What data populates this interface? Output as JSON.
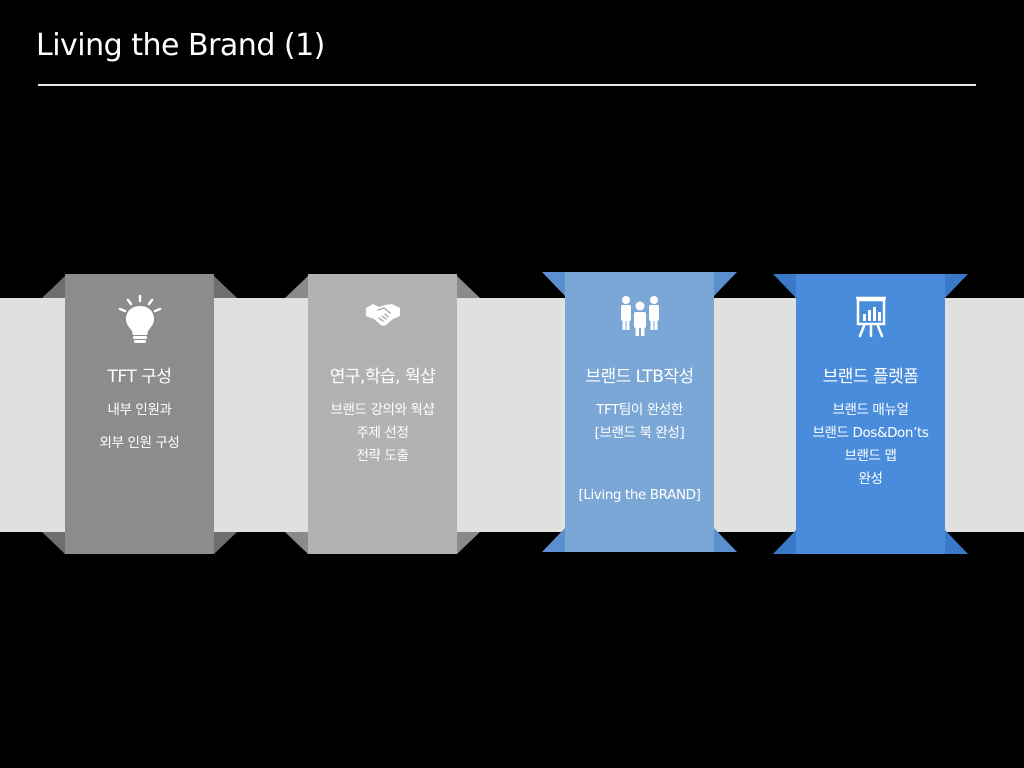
{
  "page": {
    "title": "Living the Brand (1)"
  },
  "colors": {
    "background": "#000000",
    "band": "#e0e0e0",
    "card1": "#8c8c8c",
    "card2": "#b2b2b2",
    "card3": "#7ba7d6",
    "card4": "#4a8cdc"
  },
  "steps": [
    {
      "icon": "lightbulb-icon",
      "heading": "TFT 구성",
      "lines": [
        "내부 인원과",
        "외부 인원 구성"
      ]
    },
    {
      "icon": "handshake-icon",
      "heading": "연구,학습, 웍샵",
      "lines": [
        "브랜드 강의와 웍샵",
        "주제 선정",
        "전략 도출"
      ]
    },
    {
      "icon": "team-icon",
      "heading": "브랜드 LTB작성",
      "lines": [
        "TFT팀이 완성한",
        "[브랜드 북 완성]",
        "[Living the BRAND]"
      ]
    },
    {
      "icon": "presentation-chart-icon",
      "heading": "브랜드 플렛폼",
      "lines": [
        "브랜드 매뉴얼",
        "브랜드 Dos&Don’ts",
        "브랜드 맵",
        "완성"
      ]
    }
  ]
}
